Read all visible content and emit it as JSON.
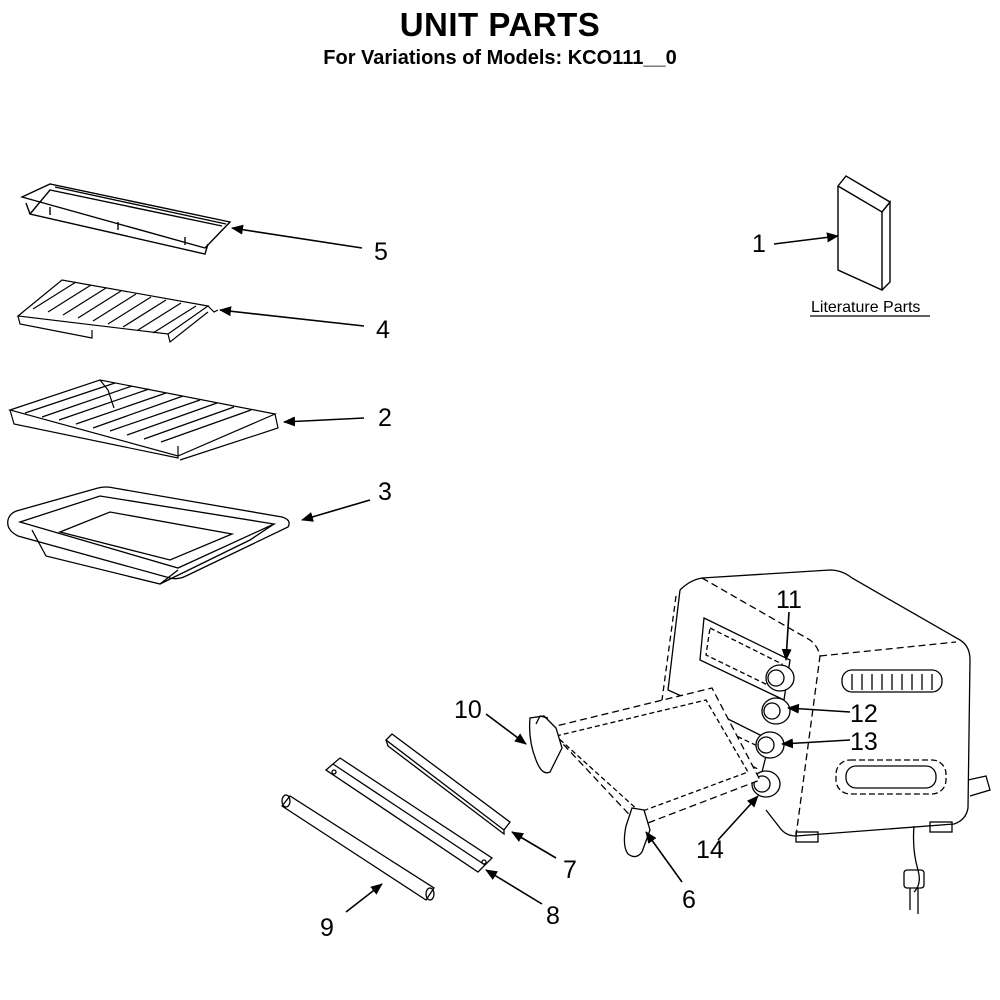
{
  "header": {
    "title": "UNIT PARTS",
    "subtitle": "For Variations of Models: KCO111__0"
  },
  "literature_label": "Literature Parts",
  "callouts": {
    "p1": "1",
    "p2": "2",
    "p3": "3",
    "p4": "4",
    "p5": "5",
    "p6": "6",
    "p7": "7",
    "p8": "8",
    "p9": "9",
    "p10": "10",
    "p11": "11",
    "p12": "12",
    "p13": "13",
    "p14": "14"
  }
}
